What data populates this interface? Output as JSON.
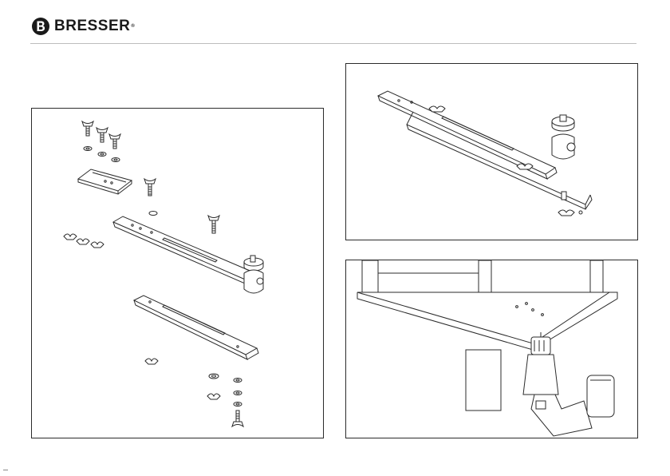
{
  "header": {
    "brand": "BRESSER",
    "reg_mark": "®"
  },
  "panels": {
    "parts": {
      "label": "parts-overview"
    },
    "assembled": {
      "label": "assembled-rail"
    },
    "drill": {
      "label": "table-drilling"
    }
  },
  "icons": [
    "bresser-logo-icon"
  ],
  "colors": {
    "line": "#2b2b2b",
    "rule": "#bdbdbd",
    "text": "#1a1a1a"
  }
}
